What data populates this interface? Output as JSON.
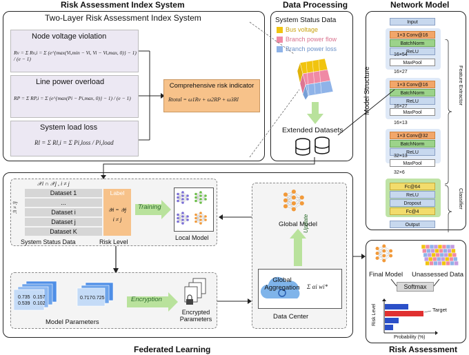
{
  "panels": {
    "index_system": "Risk Assessment Index System",
    "data_processing": "Data Processing",
    "network_model": "Network Model",
    "federated_learning": "Federated  Learning",
    "risk_assessment": "Risk Assessment"
  },
  "index_system": {
    "subtitle": "Two-Layer Risk Assessment Index System",
    "items": [
      {
        "title": "Node voltage violation",
        "formula": "Rv = Σ Rv,i = Σ (e^{max(Vi,min − Vi, Vi − Vi,max, 0)} − 1) / (e − 1)"
      },
      {
        "title": "Line power overload",
        "formula": "RP = Σ RP,i = Σ (e^{max(Pi − Pi,max, 0)} − 1) / (e − 1)"
      },
      {
        "title": "System load loss",
        "formula": "Rl = Σ Rl,i = Σ Pi,loss / Pi,load"
      }
    ],
    "composite": {
      "title": "Comprehensive risk indicator",
      "formula": "Rtotal = ω1Rv + ω2RP + ω3Rl"
    }
  },
  "data_processing": {
    "status_title": "System Status Data",
    "legend": [
      {
        "label": "Bus voltage",
        "color": "#f1c40f"
      },
      {
        "label": "Branch power flow",
        "color": "#f08aa5"
      },
      {
        "label": "Branch power loss",
        "color": "#8fb3e8"
      }
    ],
    "extended": "Extended Datasets"
  },
  "network_model": {
    "structure_label": "Model Structure",
    "extractor_label": "Feature Extractor",
    "classifier_label": "Classifier",
    "input": "Input",
    "output": "Output",
    "layers": [
      {
        "label": "1×3 Conv@16",
        "kind": "conv"
      },
      {
        "label": "BatchNorm",
        "kind": "bn"
      },
      {
        "label": "ReLU",
        "kind": "relu"
      },
      {
        "label": "MaxPool",
        "kind": "pool"
      },
      {
        "label": "1×3 Conv@16",
        "kind": "conv"
      },
      {
        "label": "BatchNorm",
        "kind": "bn"
      },
      {
        "label": "ReLU",
        "kind": "relu"
      },
      {
        "label": "MaxPool",
        "kind": "pool"
      },
      {
        "label": "1×3 Conv@32",
        "kind": "conv"
      },
      {
        "label": "BatchNorm",
        "kind": "bn"
      },
      {
        "label": "ReLU",
        "kind": "relu"
      },
      {
        "label": "MaxPool",
        "kind": "pool"
      },
      {
        "label": "Fc@64",
        "kind": "fc"
      },
      {
        "label": "ReLU",
        "kind": "relu"
      },
      {
        "label": "Dropout",
        "kind": "drop"
      },
      {
        "label": "Fc@4",
        "kind": "fc"
      }
    ],
    "dims": [
      "16×54",
      "16×27",
      "16×27",
      "16×13",
      "32×13",
      "32×6"
    ]
  },
  "federated": {
    "condition_top": "𝒳i ∩ 𝒳j , i ≠ j",
    "label_header": "Label",
    "label_cond": "𝒴i = 𝒴j",
    "label_cond2": "i ≠ j",
    "side_cond": "ℐi ≠ ℐj",
    "datasets": [
      "Dataset 1",
      "...",
      "Dataset i",
      "Dataset j",
      "Dataset K"
    ],
    "status_data": "System Status Data",
    "risk_level": "Risk Level",
    "training": "Training",
    "local_model": "Local Model",
    "model_params": "Model Parameters",
    "param_values": [
      "0.735",
      "0.157",
      "0.539",
      "0.102",
      "0.717",
      "0.725"
    ],
    "encryption": "Encryption",
    "encrypted": "Encrypted Parameters",
    "global_model": "Global Model",
    "update": "Update",
    "global_aggregation": "Global Aggregation",
    "aggregation_formula": "Σ αi wi*",
    "data_center": "Data Center"
  },
  "risk_assessment": {
    "final_model": "Final Model",
    "unassessed": "Unassessed Data",
    "softmax": "Softmax",
    "target": "Target",
    "y_label": "Risk Level",
    "x_label": "Probability (%)"
  },
  "colors": {
    "conv": "#f2a66a",
    "bn": "#9cd38a",
    "relu": "#c7d8ee",
    "pool": "#ffffff",
    "fc": "#f2dc6c",
    "drop": "#c7d8ee",
    "accent_green": "#9fd47c",
    "accent_orange": "#f7c28a",
    "node_purple": "#7b6fd6",
    "node_green": "#6cbf4a",
    "node_orange": "#f29a3a"
  }
}
